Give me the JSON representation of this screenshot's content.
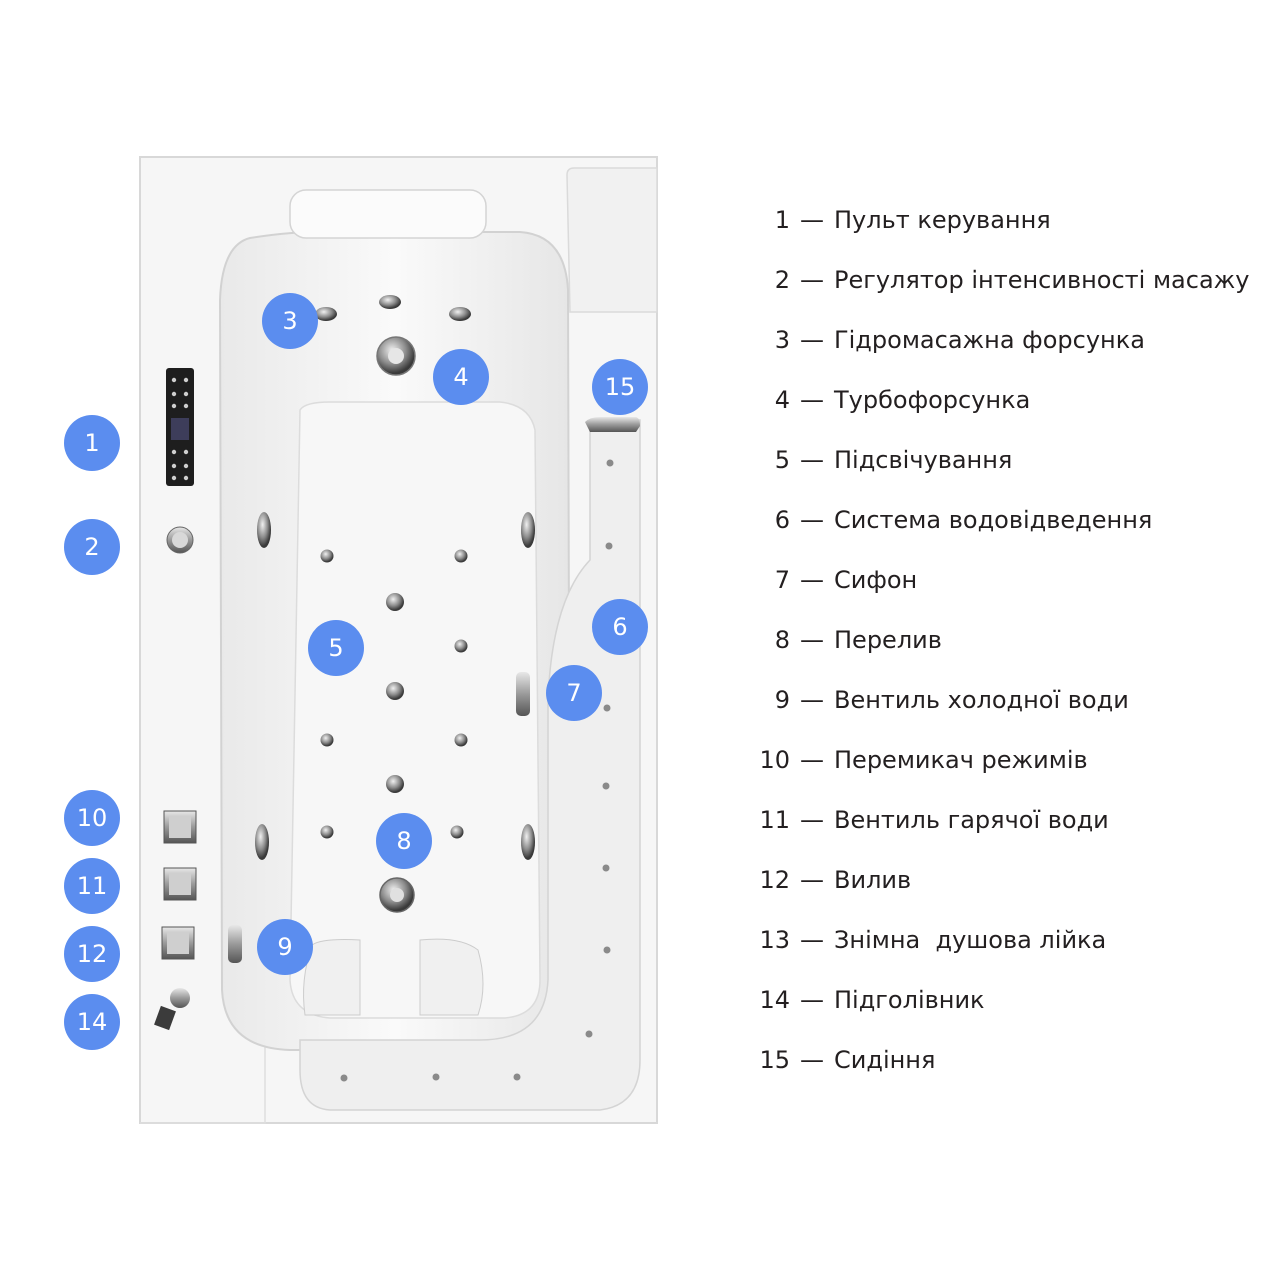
{
  "legend": [
    {
      "number": "1",
      "text": "Пульт керування"
    },
    {
      "number": "2",
      "text": "Регулятор інтенсивності масажу"
    },
    {
      "number": "3",
      "text": "Гідромасажна форсунка"
    },
    {
      "number": "4",
      "text": "Турбофорсунка"
    },
    {
      "number": "5",
      "text": "Підсвічування"
    },
    {
      "number": "6",
      "text": "Система водовідведення"
    },
    {
      "number": "7",
      "text": "Сифон"
    },
    {
      "number": "8",
      "text": "Перелив"
    },
    {
      "number": "9",
      "text": "Вентиль холодної води"
    },
    {
      "number": "10",
      "text": "Перемикач режимів"
    },
    {
      "number": "11",
      "text": "Вентиль гарячої води"
    },
    {
      "number": "12",
      "text": "Вилив"
    },
    {
      "number": "13",
      "text": "Знімна  душова лійка"
    },
    {
      "number": "14",
      "text": "Підголівник"
    },
    {
      "number": "15",
      "text": "Сидіння"
    }
  ],
  "legend_dash": "—",
  "markers": [
    "1",
    "2",
    "3",
    "4",
    "5",
    "6",
    "7",
    "8",
    "9",
    "10",
    "11",
    "12",
    "14",
    "15"
  ],
  "colors": {
    "marker": "#5b8def",
    "legend_text": "#231f20",
    "tub": "#f4f4f4",
    "tub_outline": "#d6d6d6",
    "metal": "#9a9a9a"
  }
}
